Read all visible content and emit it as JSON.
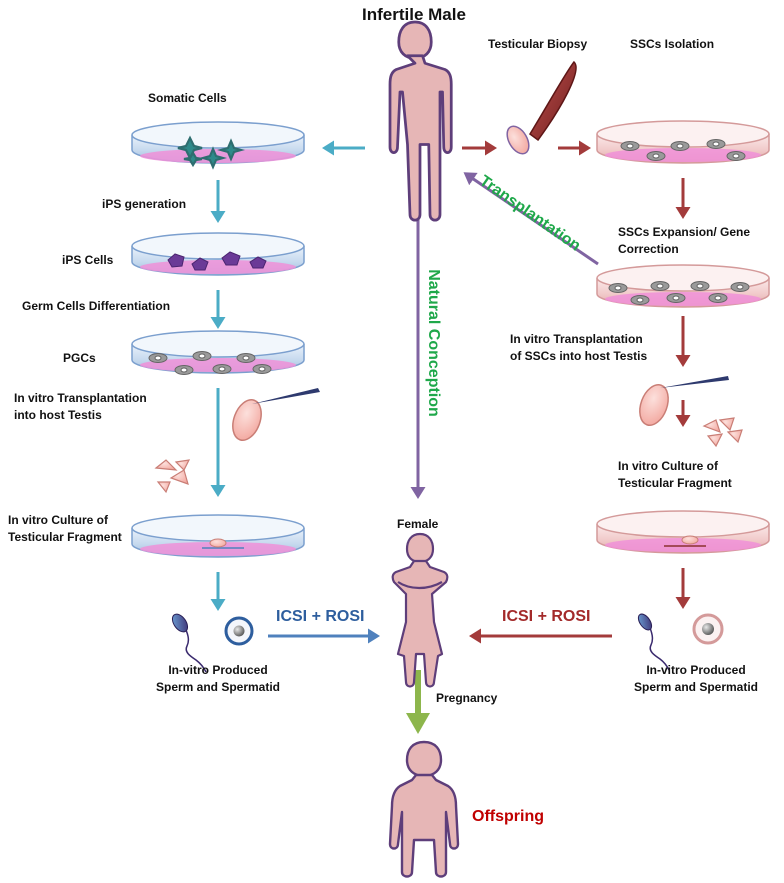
{
  "title": "Infertile Male",
  "left": {
    "somatic": "Somatic Cells",
    "ips_generation": "iPS generation",
    "ips_cells": "iPS Cells",
    "germ_diff": "Germ Cells Differentiation",
    "pgcs": "PGCs",
    "transplant_line1": "In vitro Transplantation",
    "transplant_line2": "into host Testis",
    "culture_line1": "In vitro Culture of",
    "culture_line2": "Testicular Fragment",
    "produced_line1": "In-vitro Produced",
    "produced_line2": "Sperm and Spermatid",
    "icsi": "ICSI + ROSI"
  },
  "right": {
    "biopsy": "Testicular Biopsy",
    "isolation": "SSCs Isolation",
    "expansion_line1": "SSCs Expansion/ Gene",
    "expansion_line2": "Correction",
    "transplant_line1": "In vitro Transplantation",
    "transplant_line2": "of SSCs into host Testis",
    "culture_line1": "In vitro Culture of",
    "culture_line2": "Testicular Fragment",
    "produced_line1": "In-vitro Produced",
    "produced_line2": "Sperm and Spermatid",
    "icsi": "ICSI + ROSI"
  },
  "center": {
    "transplantation": "Transplantation",
    "natural_conception": "Natural Conception",
    "female": "Female",
    "pregnancy": "Pregnancy",
    "offspring": "Offspring"
  },
  "colors": {
    "teal_arrow": "#4BACC6",
    "red_arrow": "#A33B3B",
    "purple_arrow": "#8064A2",
    "green_arrow": "#8DB64C",
    "blue_arrow": "#4F81BD",
    "transplant_text": "#1FA84A",
    "icsi_left_text": "#2E5E9E",
    "icsi_right_text": "#A32A2A",
    "offspring_text": "#C00000",
    "human_fill": "#E6B6B6",
    "human_stroke": "#5E3E7A",
    "media_pink": "#F090D8"
  },
  "icons": [
    "human-male-icon",
    "human-female-icon",
    "human-child-icon",
    "petri-dish-icon",
    "needle-icon",
    "sperm-icon",
    "spermatid-icon",
    "testis-icon"
  ]
}
